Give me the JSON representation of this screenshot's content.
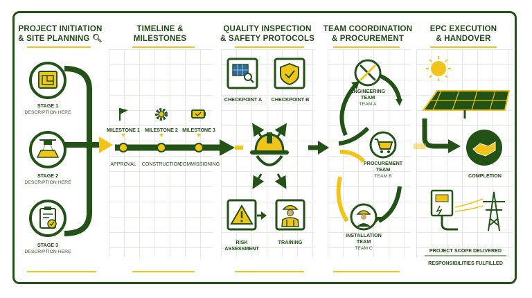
{
  "columns": [
    {
      "line1": "PROJECT INITIATION",
      "line2": "& SITE PLANNING",
      "icon": "magnifier-icon"
    },
    {
      "line1": "TIMELINE &",
      "line2": "MILESTONES"
    },
    {
      "line1": "QUALITY INSPECTION",
      "line2": "& SAFETY PROTOCOLS"
    },
    {
      "line1": "TEAM COORDINATION",
      "line2": "& PROCUREMENT"
    },
    {
      "line1": "EPC EXECUTION",
      "line2": "& HANDOVER"
    }
  ],
  "stages": [
    {
      "title": "STAGE 1",
      "desc": "DESCRIPTION HERE",
      "icon": "blueprint-icon"
    },
    {
      "title": "STAGE 2",
      "desc": "DESCRIPTION HERE",
      "icon": "drone-survey-icon"
    },
    {
      "title": "STAGE 3",
      "desc": "DESCRIPTION HERE",
      "icon": "clipboard-check-icon"
    }
  ],
  "milestones": [
    {
      "label": "MILESTONE 1",
      "phase": "APPROVAL",
      "icon": "flag-icon"
    },
    {
      "label": "MILESTONE 2",
      "phase": "CONSTRUCTION",
      "icon": "gear-icon"
    },
    {
      "label": "MILESTONE 3",
      "phase": "COMMISSIONING",
      "icon": "battery-icon"
    }
  ],
  "quality": {
    "checkpoint_a": "CHECKPOINT A",
    "checkpoint_b": "CHECKPOINT B",
    "risk_line1": "RISK",
    "risk_line2": "ASSESSMENT",
    "training": "TRAINING",
    "center_icon": "hard-hat-icon"
  },
  "teams": [
    {
      "title": "ENGINEERING",
      "title2": "TEAM",
      "sub": "TEAM A",
      "icon": "wrench-screwdriver-icon"
    },
    {
      "title": "PROCUREMENT",
      "title2": "TEAM",
      "sub": "TEAM B",
      "icon": "shopping-cart-icon"
    },
    {
      "title": "INSTALLATION",
      "title2": "TEAM",
      "sub": "TEAM C",
      "icon": "worker-icon"
    }
  ],
  "handover": {
    "completion": "COMPLETION",
    "scope": "PROJECT SCOPE DELIVERED",
    "responsibilities": "RESPONSIBILITIES FULFILLED",
    "icons": [
      "sun-icon",
      "solar-panel-icon",
      "handshake-icon",
      "inverter-icon",
      "power-tower-icon"
    ]
  },
  "colors": {
    "primary": "#225216",
    "accent": "#f0c419",
    "grid": "#e6e9e2"
  }
}
